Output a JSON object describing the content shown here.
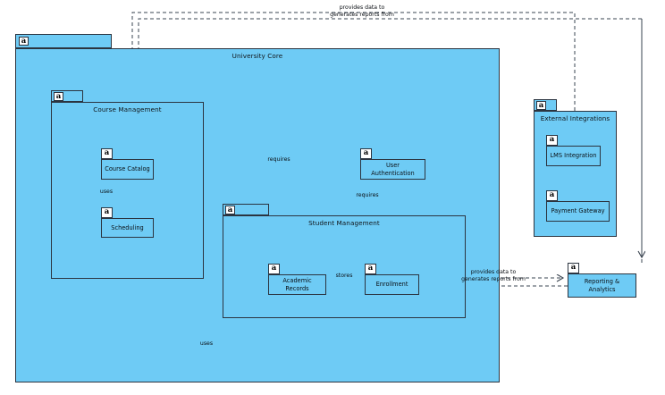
{
  "diagram": {
    "type": "uml-package-diagram",
    "title": "University Core",
    "colors": {
      "package_fill": "#6ECBF5",
      "package_stroke": "#2b3440",
      "icon_fill": "#ffffff",
      "text": "#0b0f14",
      "edge": "#3a4450",
      "background": "#ffffff"
    },
    "icon_glyph": "a"
  },
  "packages": [
    {
      "id": "university_core",
      "name": "University Core",
      "icon": "package-icon"
    },
    {
      "id": "course_management",
      "name": "Course Management",
      "icon": "package-icon"
    },
    {
      "id": "student_management",
      "name": "Student Management",
      "icon": "package-icon"
    },
    {
      "id": "external_integrations",
      "name": "External Integrations",
      "icon": "package-icon"
    }
  ],
  "components": [
    {
      "id": "course_catalog",
      "name": "Course Catalog",
      "icon": "package-icon"
    },
    {
      "id": "scheduling",
      "name": "Scheduling",
      "icon": "package-icon"
    },
    {
      "id": "user_authentication",
      "name": "User Authentication",
      "icon": "package-icon"
    },
    {
      "id": "academic_records",
      "name": "Academic Records",
      "icon": "package-icon"
    },
    {
      "id": "enrollment",
      "name": "Enrollment",
      "icon": "package-icon"
    },
    {
      "id": "lms_integration",
      "name": "LMS Integration",
      "icon": "package-icon"
    },
    {
      "id": "payment_gateway",
      "name": "Payment Gateway",
      "icon": "package-icon"
    },
    {
      "id": "reporting_analytics",
      "name": "Reporting & Analytics",
      "name_line1": "Reporting &",
      "name_line2": "Analytics",
      "icon": "package-icon"
    }
  ],
  "edges": [
    {
      "id": "e_requires_auth",
      "label": "requires",
      "from": "course_catalog",
      "to": "user_authentication"
    },
    {
      "id": "e_uses_scheduling",
      "label": "uses",
      "from": "scheduling",
      "to": "course_catalog"
    },
    {
      "id": "e_requires_auth2",
      "label": "requires",
      "from": "enrollment",
      "to": "user_authentication"
    },
    {
      "id": "e_stores",
      "label": "stores",
      "from": "academic_records",
      "to": "enrollment"
    },
    {
      "id": "e_uses_bottom",
      "label": "uses",
      "from": "enrollment",
      "to": "course_catalog"
    },
    {
      "id": "e_provides_top",
      "label": "provides data to",
      "from": "external_integrations",
      "to": "university_core"
    },
    {
      "id": "e_generates_top",
      "label": "generates reports from",
      "from": "reporting_analytics",
      "to": "university_core"
    },
    {
      "id": "e_provides_right",
      "label": "provides data to",
      "from": "enrollment",
      "to": "reporting_analytics"
    },
    {
      "id": "e_generates_right",
      "label": "generates reports from",
      "from": "reporting_analytics",
      "to": "enrollment"
    }
  ],
  "edge_labels": {
    "requires_1": "requires",
    "requires_2": "requires",
    "uses_1": "uses",
    "uses_2": "uses",
    "stores": "stores",
    "provides_data_to_top": "provides data to",
    "generates_reports_from_top": "generates reports from",
    "provides_data_to_right": "provides data to",
    "generates_reports_from_right": "generates reports from"
  }
}
